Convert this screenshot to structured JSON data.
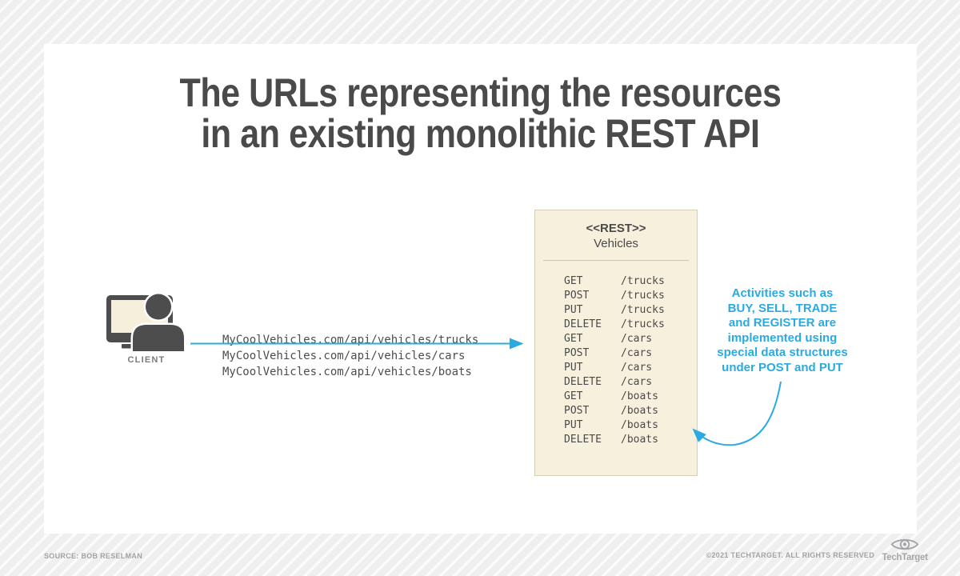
{
  "title": {
    "line1": "The URLs representing the resources",
    "line2": "in an existing monolithic REST API"
  },
  "client": {
    "label": "CLIENT"
  },
  "request_urls": [
    "MyCoolVehicles.com/api/vehicles/trucks",
    "MyCoolVehicles.com/api/vehicles/cars",
    "MyCoolVehicles.com/api/vehicles/boats"
  ],
  "rest_box": {
    "stereotype": "<<REST>>",
    "name": "Vehicles",
    "endpoints": [
      {
        "method": "GET",
        "path": "/trucks"
      },
      {
        "method": "POST",
        "path": "/trucks"
      },
      {
        "method": "PUT",
        "path": "/trucks"
      },
      {
        "method": "DELETE",
        "path": "/trucks"
      },
      {
        "method": "GET",
        "path": "/cars"
      },
      {
        "method": "POST",
        "path": "/cars"
      },
      {
        "method": "PUT",
        "path": "/cars"
      },
      {
        "method": "DELETE",
        "path": "/cars"
      },
      {
        "method": "GET",
        "path": "/boats"
      },
      {
        "method": "POST",
        "path": "/boats"
      },
      {
        "method": "PUT",
        "path": "/boats"
      },
      {
        "method": "DELETE",
        "path": "/boats"
      }
    ]
  },
  "annotation": {
    "lines": [
      "Activities such as",
      "BUY, SELL, TRADE",
      "and REGISTER are",
      "implemented using",
      "special data structures",
      "under POST and PUT"
    ]
  },
  "footer": {
    "source": "SOURCE: BOB RESELMAN",
    "copyright": "©2021 TECHTARGET. ALL RIGHTS RESERVED",
    "brand": "TechTarget"
  },
  "colors": {
    "accent_blue": "#29abe2",
    "box_fill": "#f6f0dc",
    "box_border": "#d6cfb8",
    "text_dark": "#4a4a4a",
    "footer_gray": "#a3a3a7"
  }
}
